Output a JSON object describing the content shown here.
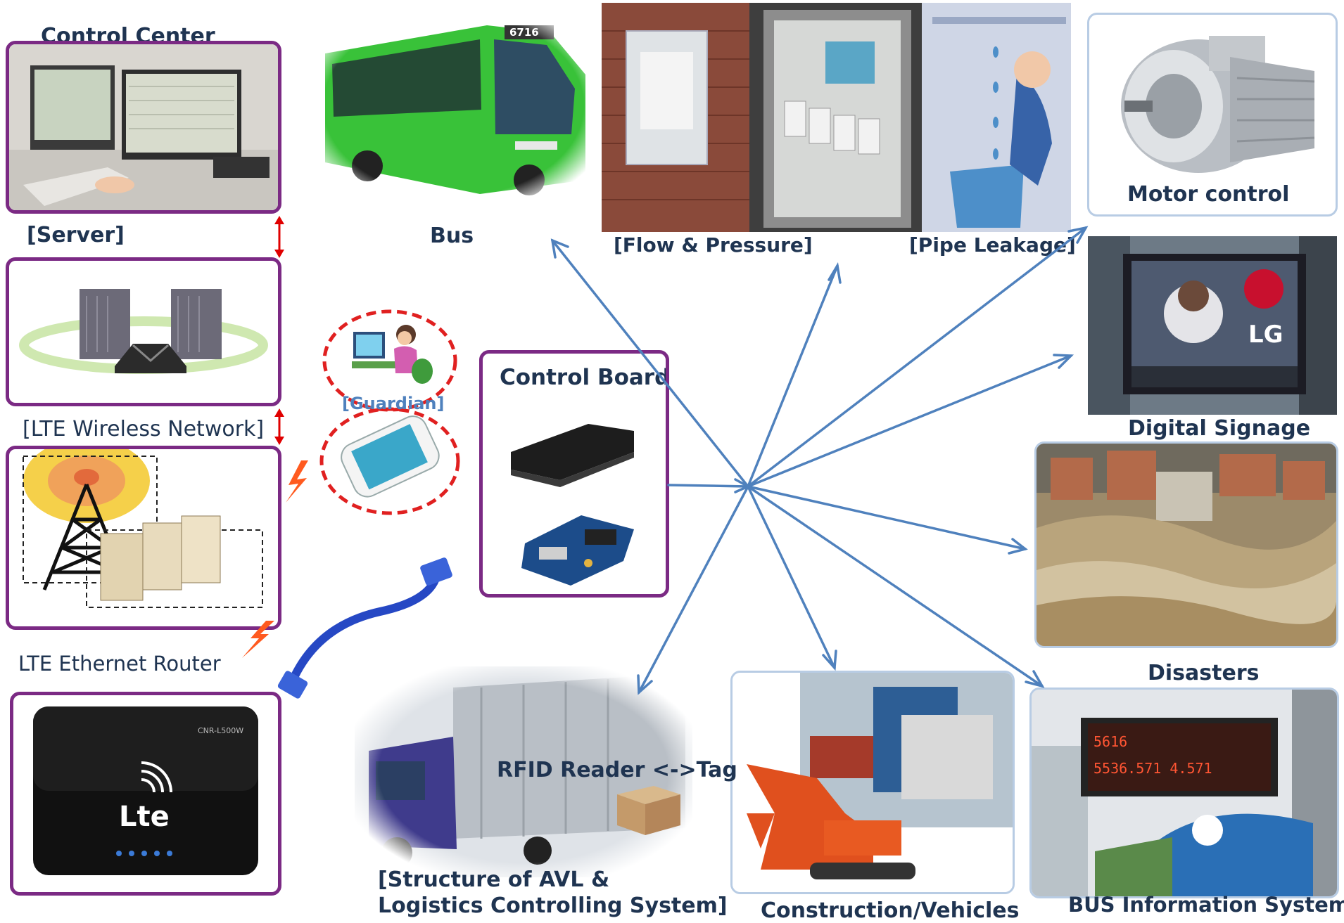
{
  "control_center": {
    "title": "Control Center"
  },
  "server": {
    "label": "[Server]"
  },
  "lte_network": {
    "label": "[LTE Wireless Network]"
  },
  "lte_router": {
    "label": "LTE Ethernet Router",
    "device_text": "CNR-L500W",
    "logo_text": "Lte"
  },
  "guardian": {
    "label": "[Guardian]"
  },
  "control_board": {
    "title": "Control Board"
  },
  "bus": {
    "label": "Bus",
    "route_number": "6716"
  },
  "water": {
    "flow_label": "[Flow & Pressure]",
    "leak_label": "[Pipe Leakage]"
  },
  "motor": {
    "label": "Motor control"
  },
  "signage": {
    "label": "Digital Signage",
    "brand": "LG"
  },
  "disasters": {
    "label": "Disasters"
  },
  "bis": {
    "label": "BUS Information System",
    "line1": "5616",
    "line2": "5536.571 4.571"
  },
  "construction": {
    "label": "Construction/Vehicles"
  },
  "avl": {
    "line1": "[Structure of AVL &",
    "line2": "Logistics Controlling System]",
    "rfid": "RFID Reader <->Tag"
  },
  "colors": {
    "frame_purple": "#7b2a84",
    "frame_blue": "#b8cce4",
    "arrow_blue": "#4f81bd",
    "label_navy": "#1f3451",
    "guardian_blue": "#4f81bd",
    "dashed_red": "#e02020"
  }
}
